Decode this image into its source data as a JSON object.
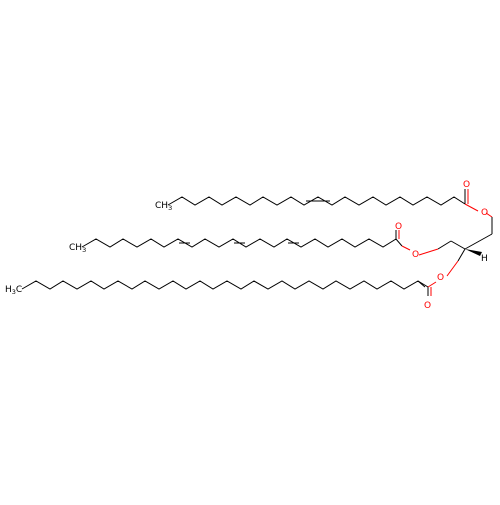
{
  "molecule": {
    "atom_labels": {
      "ch3": "CH",
      "h3c": "H",
      "sub3": "3",
      "o": "O",
      "h": "H"
    },
    "colors": {
      "carbon": "#000000",
      "oxygen": "#ff0000",
      "background": "#ffffff"
    }
  }
}
